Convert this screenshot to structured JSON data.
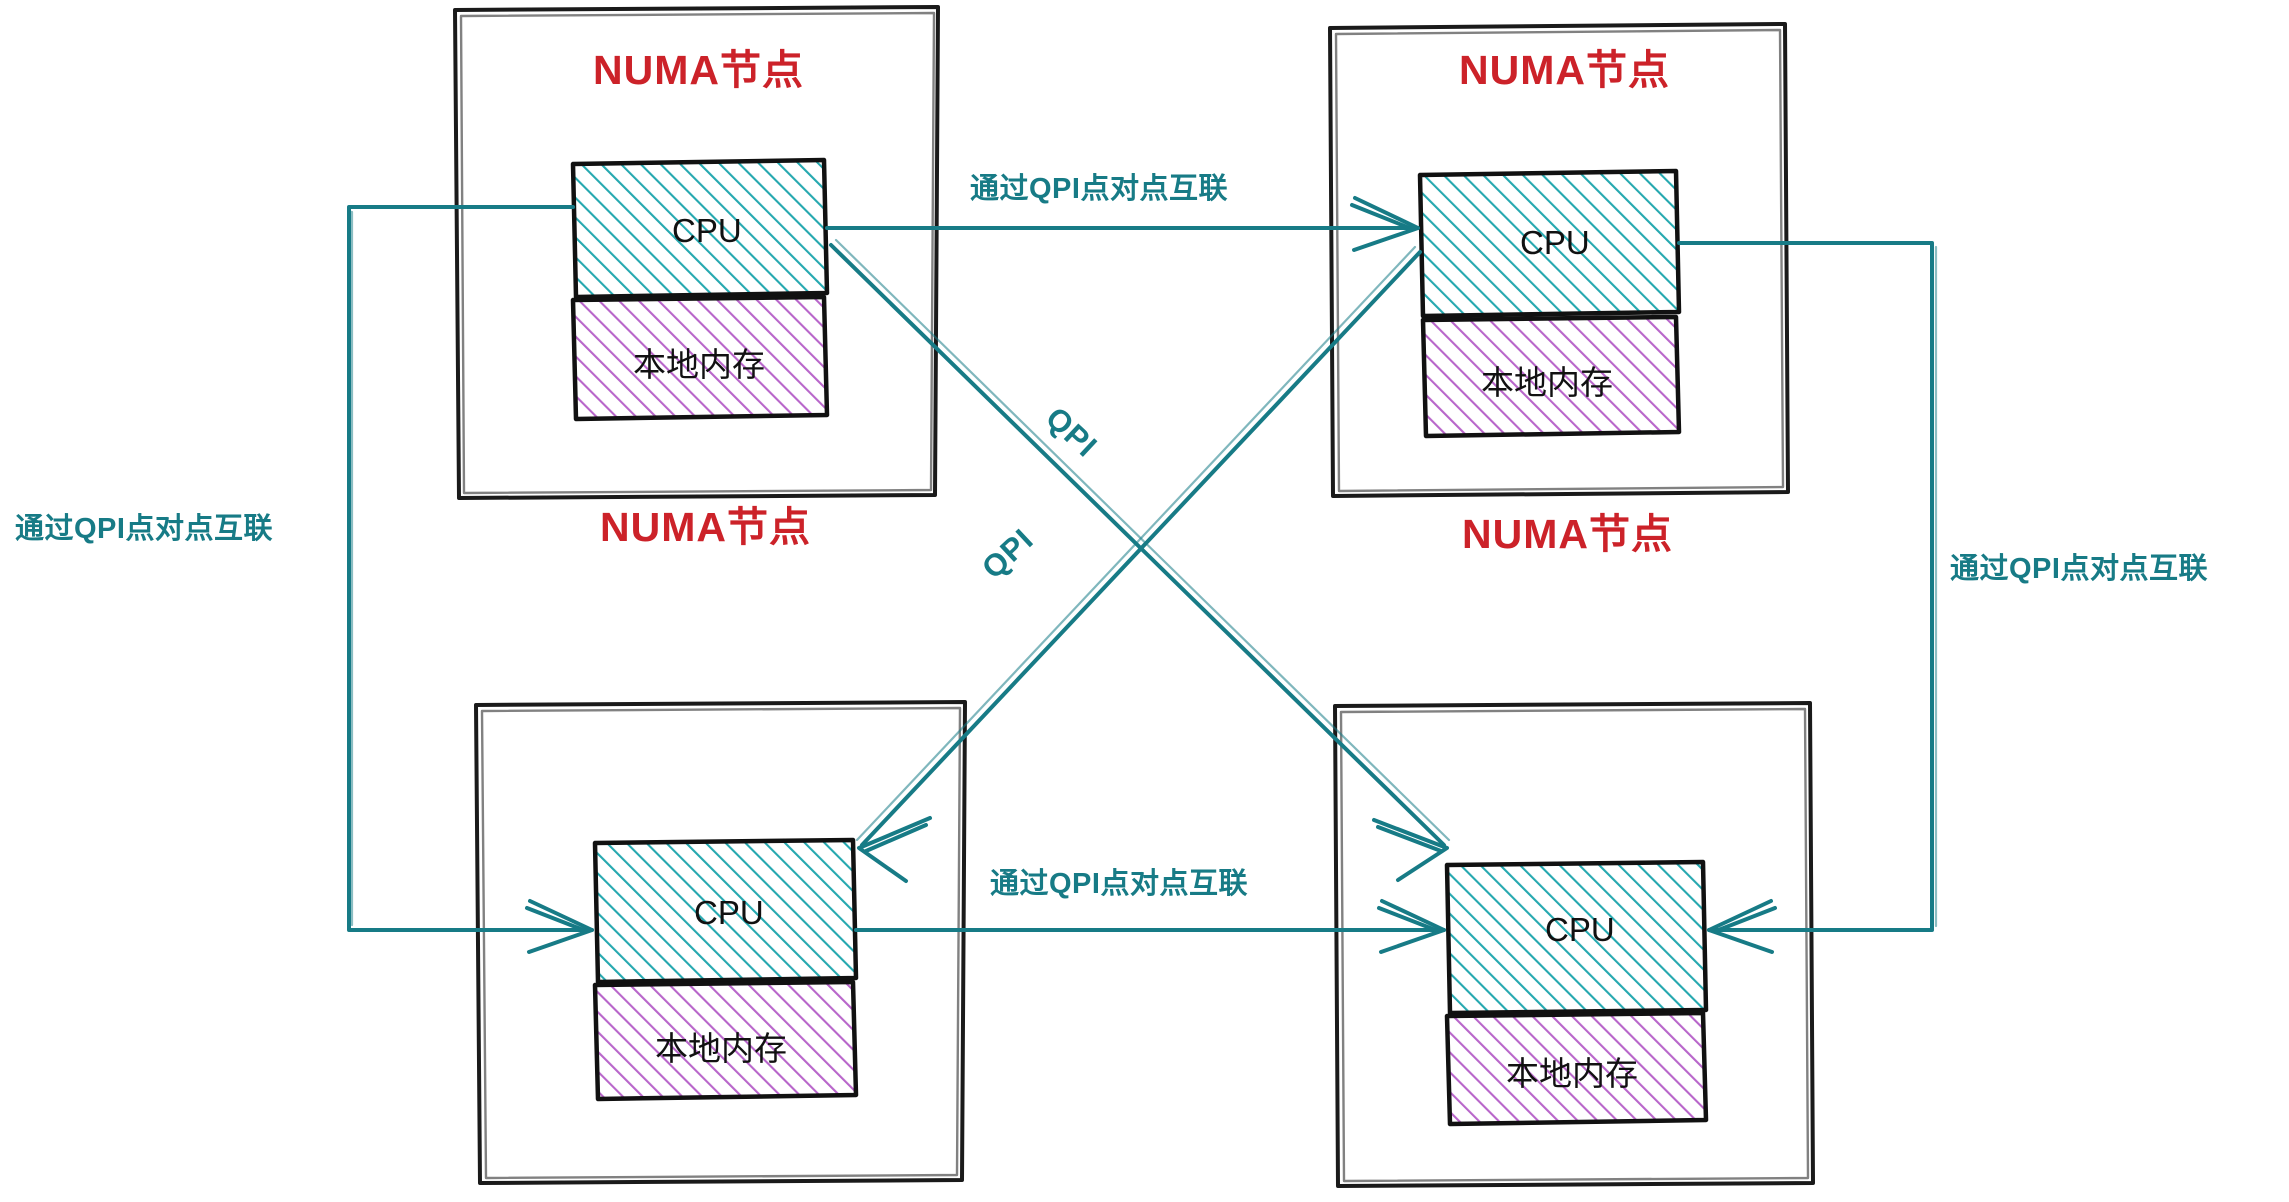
{
  "diagram": {
    "title": "NUMA architecture with QPI point-to-point interconnect",
    "colors": {
      "node_title": "#cc2229",
      "link": "#177b86",
      "cpu_hatch": "#1aa3ab",
      "memory_hatch": "#b055c4",
      "frame": "#1a1a1a",
      "background": "#ffffff"
    }
  },
  "nodes": [
    {
      "id": "node-top-left",
      "title": "NUMA节点",
      "cpu_label": "CPU",
      "memory_label": "本地内存"
    },
    {
      "id": "node-top-right",
      "title": "NUMA节点",
      "cpu_label": "CPU",
      "memory_label": "本地内存"
    },
    {
      "id": "node-bottom-left",
      "title": "NUMA节点",
      "cpu_label": "CPU",
      "memory_label": "本地内存"
    },
    {
      "id": "node-bottom-right",
      "title": "NUMA节点",
      "cpu_label": "CPU",
      "memory_label": "本地内存"
    }
  ],
  "links": [
    {
      "id": "link-top",
      "label": "通过QPI点对点互联"
    },
    {
      "id": "link-left",
      "label": "通过QPI点对点互联"
    },
    {
      "id": "link-right",
      "label": "通过QPI点对点互联"
    },
    {
      "id": "link-bottom",
      "label": "通过QPI点对点互联"
    },
    {
      "id": "link-diagonal-a",
      "label": "QPI"
    },
    {
      "id": "link-diagonal-b",
      "label": "QPI"
    }
  ]
}
